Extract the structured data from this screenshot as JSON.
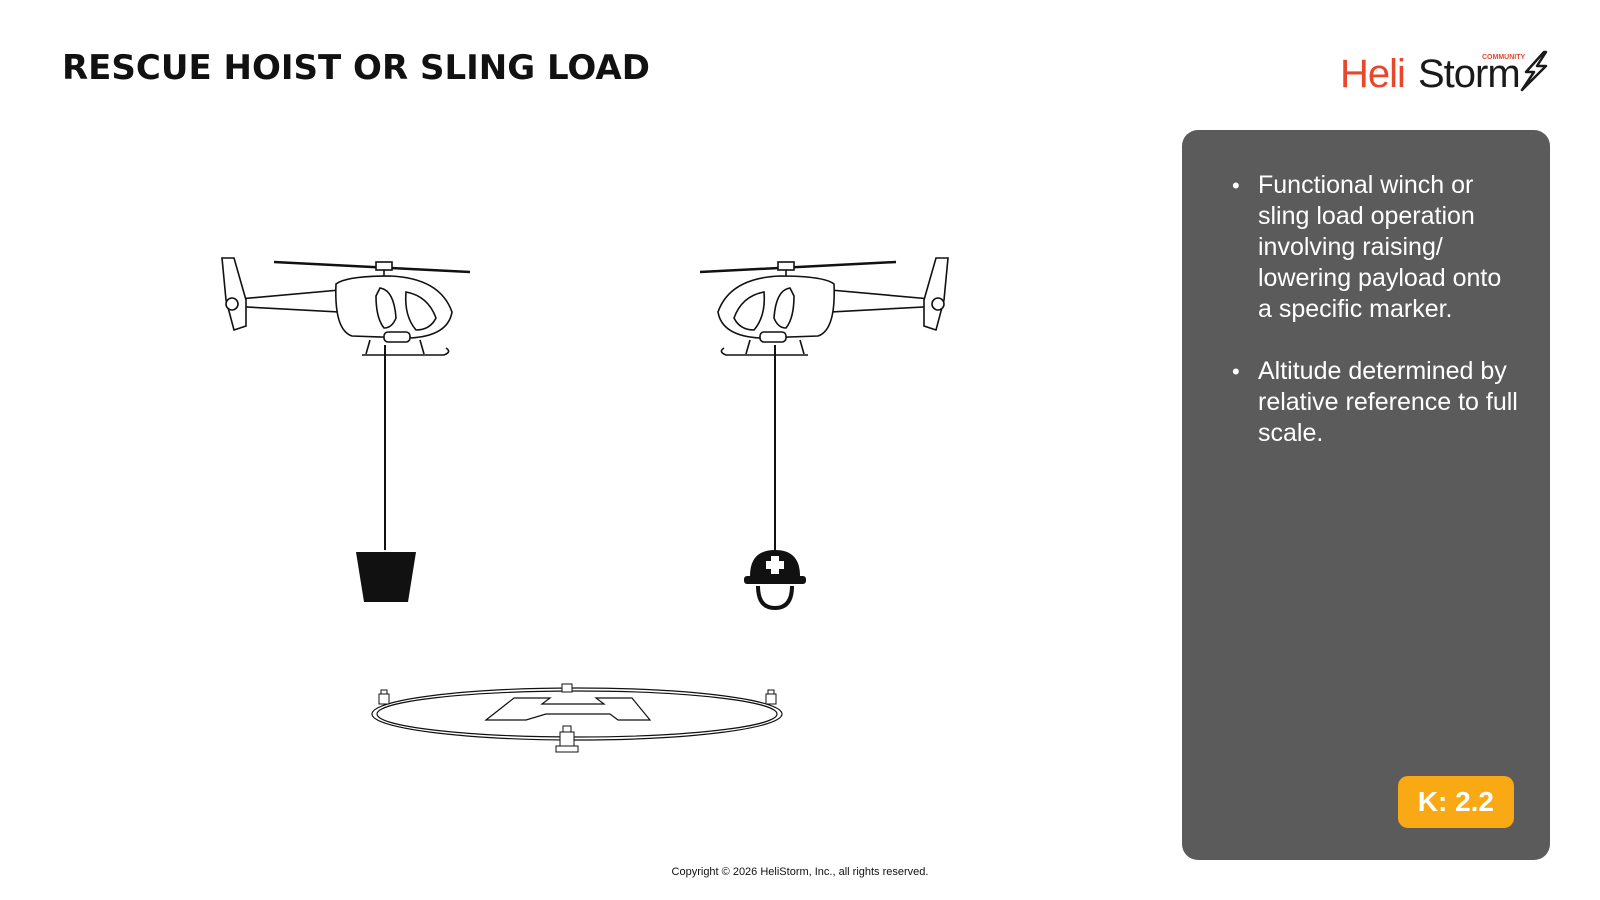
{
  "page": {
    "title": "RESCUE HOIST OR SLING LOAD",
    "copyright": "Copyright © 2026 HeliStorm, Inc., all rights reserved."
  },
  "logo": {
    "heli": "Heli",
    "storm": "Storm",
    "community": "COMMUNITY",
    "colors": {
      "heli": "#e8472c",
      "storm": "#1a1a1a"
    }
  },
  "panel": {
    "bullets": [
      "Functional winch or sling load operation involving raising/ lowering payload onto a specific marker.",
      "Altitude determined by relative reference to full scale."
    ],
    "k_factor": "K: 2.2",
    "colors": {
      "background": "#5b5b5b",
      "badge": "#f8a913"
    }
  },
  "illustration": {
    "icons": [
      "helicopter-left",
      "helicopter-right",
      "bucket-icon",
      "rescuer-helmet-icon",
      "helipad-icon"
    ]
  }
}
